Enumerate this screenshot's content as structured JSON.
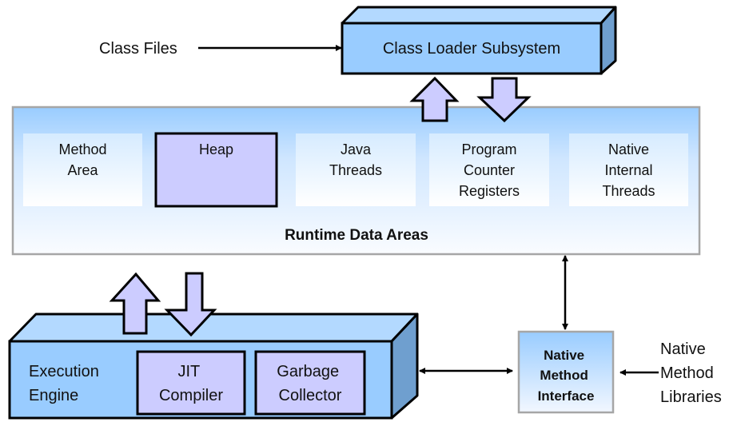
{
  "diagram": {
    "class_files_label": "Class Files",
    "class_loader": {
      "label": "Class Loader Subsystem"
    },
    "runtime_data_areas": {
      "title": "Runtime Data Areas",
      "areas": [
        {
          "id": "method-area",
          "lines": [
            "Method",
            "Area"
          ],
          "highlighted": false
        },
        {
          "id": "heap",
          "lines": [
            "Heap"
          ],
          "highlighted": true
        },
        {
          "id": "java-threads",
          "lines": [
            "Java",
            "Threads"
          ],
          "highlighted": false
        },
        {
          "id": "program-counter-registers",
          "lines": [
            "Program",
            "Counter",
            "Registers"
          ],
          "highlighted": false
        },
        {
          "id": "native-internal-threads",
          "lines": [
            "Native",
            "Internal",
            "Threads"
          ],
          "highlighted": false
        }
      ]
    },
    "execution_engine": {
      "lines": [
        "Execution",
        "Engine"
      ],
      "components": [
        {
          "id": "jit-compiler",
          "lines": [
            "JIT",
            "Compiler"
          ]
        },
        {
          "id": "garbage-collector",
          "lines": [
            "Garbage",
            "Collector"
          ]
        }
      ]
    },
    "native_method_interface": {
      "lines": [
        "Native",
        "Method",
        "Interface"
      ]
    },
    "native_method_libraries": {
      "lines": [
        "Native",
        "Method",
        "Libraries"
      ]
    },
    "colors": {
      "box_front": "#99CCFF",
      "box_top": "#B3D9FF",
      "box_side": "#6F9FCF",
      "highlight_fill": "#CCCCFF",
      "panel_border": "#A6A6A6",
      "panel_top": "#99CCFF",
      "outline": "#000000"
    }
  }
}
